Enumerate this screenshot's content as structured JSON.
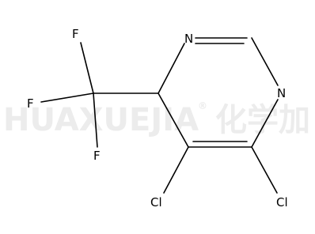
{
  "watermark": {
    "latin": "HUAXUEJIA",
    "registered": "®",
    "cjk": "化学加"
  },
  "molecule": {
    "atom_labels": {
      "n_top": "N",
      "n_right": "N",
      "f_top": "F",
      "f_left": "F",
      "f_bottom": "F",
      "cl_left": "Cl",
      "cl_right": "Cl"
    }
  },
  "colors": {
    "bond": "#000000",
    "watermark": "#ececec"
  }
}
